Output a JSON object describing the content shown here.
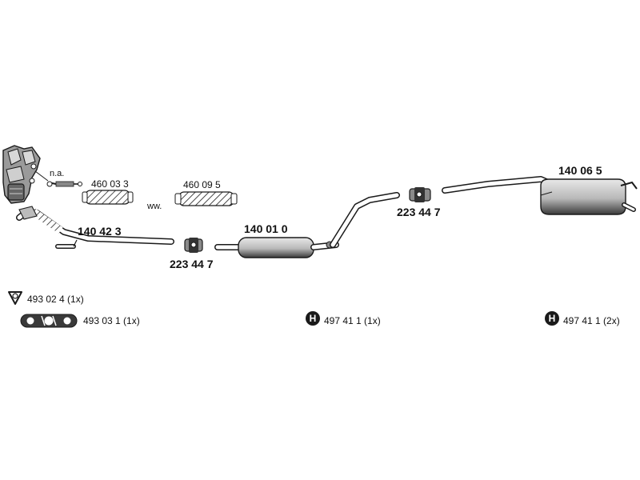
{
  "parts": {
    "manifold_note": "n.a.",
    "flex_pipe_1": "460 03 3",
    "flex_connector": "ww.",
    "flex_pipe_2": "460 09 5",
    "front_pipe": "140 42 3",
    "clamp_1": "223 44 7",
    "middle_silencer": "140 01 0",
    "clamp_2": "223 44 7",
    "rear_silencer": "140 06 5"
  },
  "accessories": [
    {
      "icon": "gasket-ring-icon",
      "label": "493 02 4 (1x)"
    },
    {
      "icon": "rubber-hanger-icon",
      "label": "493 03 1 (1x)"
    },
    {
      "icon": "mounting-kit-h-icon",
      "label": "497 41 1 (1x)"
    },
    {
      "icon": "mounting-kit-h-icon",
      "label": "497 41 1 (2x)"
    }
  ],
  "colors": {
    "line": "#1a1a1a",
    "fill_light": "#cfcfcf",
    "fill_dark": "#4a4a4a",
    "background": "#ffffff"
  }
}
